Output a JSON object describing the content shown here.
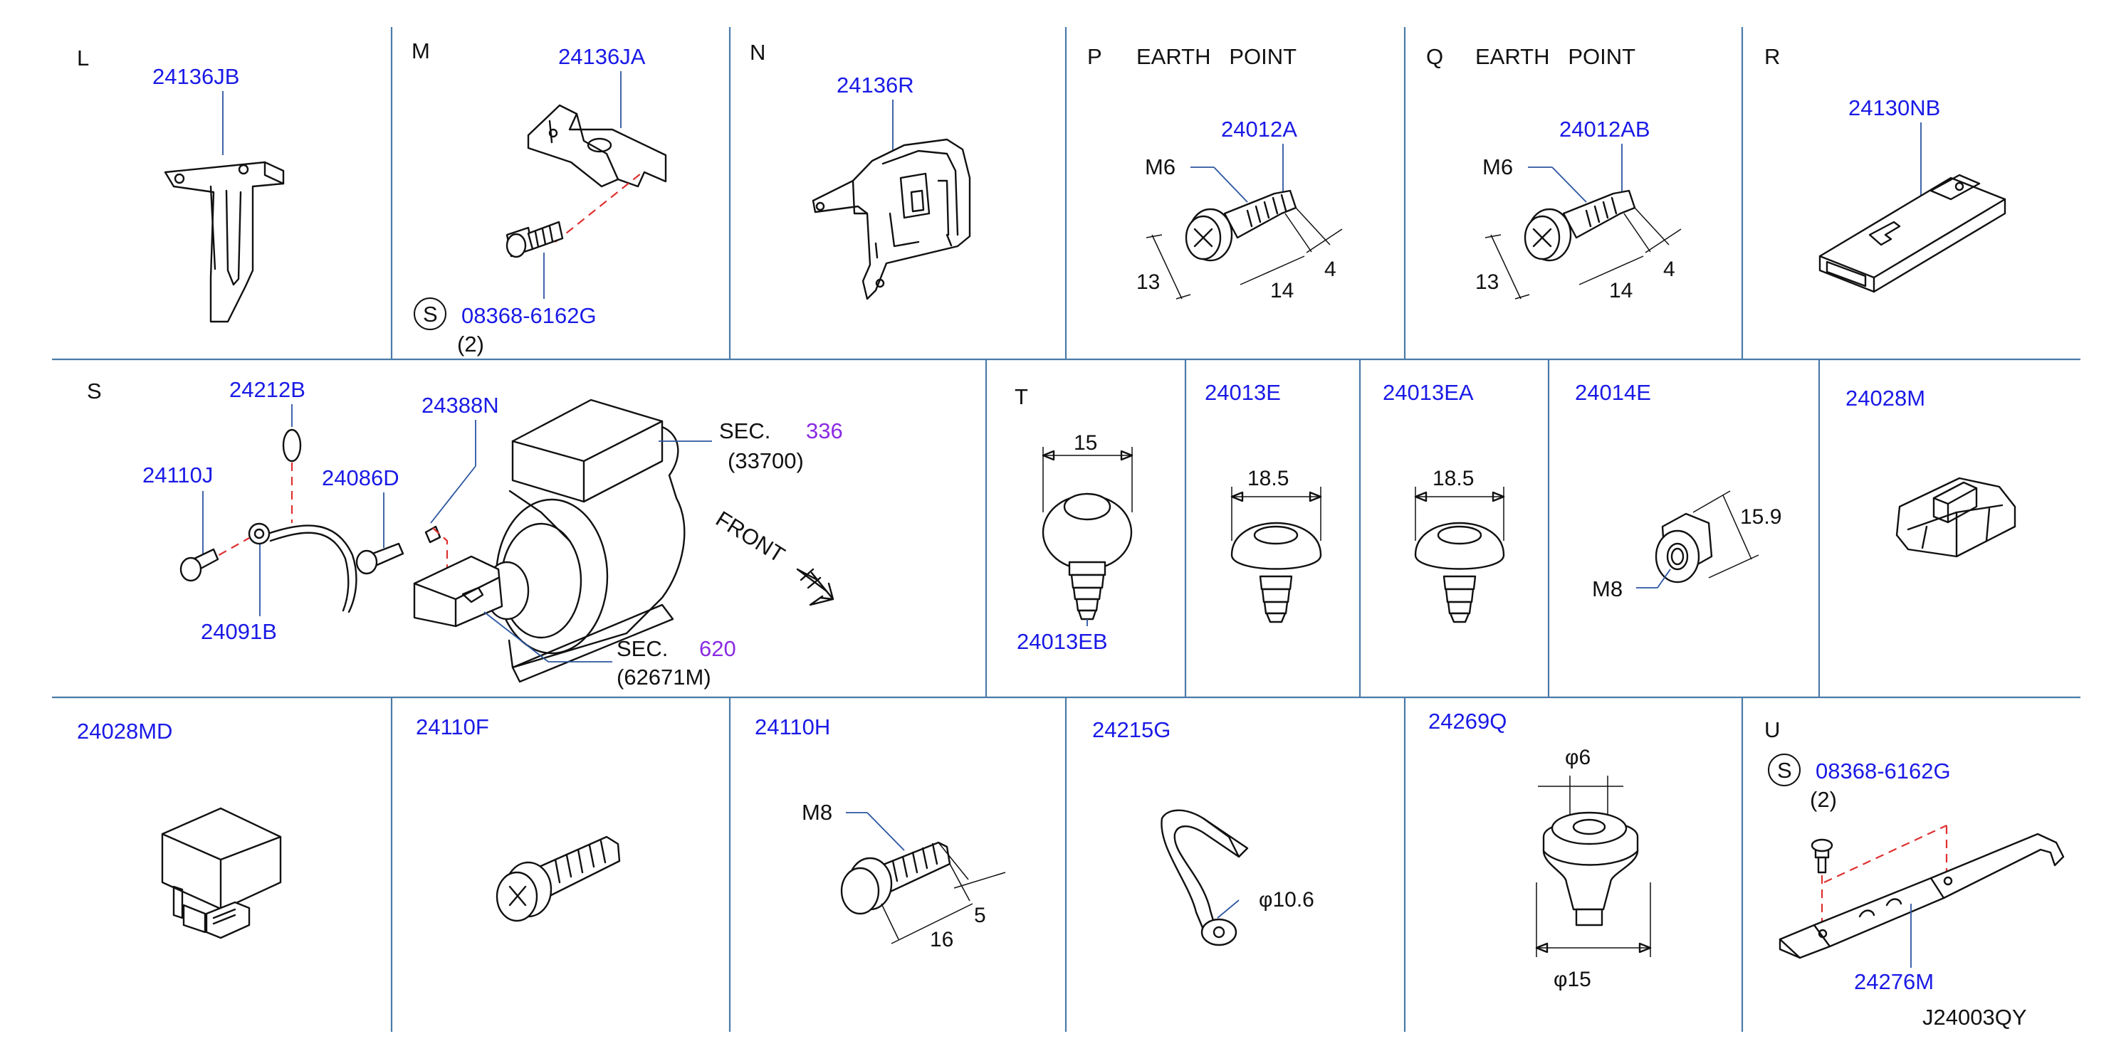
{
  "colors": {
    "part_number": "#1a1ae6",
    "section_number": "#8a2be2",
    "grid": "#4a7aa8",
    "leader": "#2b55a0",
    "alignment": "#e03030"
  },
  "cells": {
    "L": {
      "letter": "L",
      "part": "24136JB"
    },
    "M": {
      "letter": "M",
      "part": "24136JA",
      "screw_marker": "S",
      "screw_part": "08368-6162G",
      "qty": "(2)"
    },
    "N": {
      "letter": "N",
      "part": "24136R"
    },
    "P": {
      "letter": "P",
      "title": "EARTH   POINT",
      "part": "24012A",
      "thread": "M6",
      "dim_head": "13",
      "dim_length": "14",
      "dim_tip": "4"
    },
    "Q": {
      "letter": "Q",
      "title": "EARTH   POINT",
      "part": "24012AB",
      "thread": "M6",
      "dim_head": "13",
      "dim_length": "14",
      "dim_tip": "4"
    },
    "R": {
      "letter": "R",
      "part": "24130NB"
    },
    "S": {
      "letter": "S",
      "parts": {
        "clamp": "24212B",
        "connector": "24388N",
        "bolt_left": "24110J",
        "bolt_right": "24086D",
        "ring": "24091B"
      },
      "sec_336_label": "SEC.",
      "sec_336_number": "336",
      "sec_336_code": "(33700)",
      "sec_620_label": "SEC.",
      "sec_620_number": "620",
      "sec_620_code": "(62671M)",
      "front": "FRONT"
    },
    "T": {
      "letter": "T",
      "part": "24013EB",
      "dim": "15"
    },
    "E1": {
      "part": "24013E",
      "dim": "18.5"
    },
    "E2": {
      "part": "24013EA",
      "dim": "18.5"
    },
    "E3": {
      "part": "24014E",
      "dim": "15.9",
      "thread": "M8"
    },
    "E4": {
      "part": "24028M"
    },
    "B1": {
      "part": "24028MD"
    },
    "B2": {
      "part": "24110F"
    },
    "B3": {
      "part": "24110H",
      "thread": "M8",
      "dim_length": "16",
      "dim_tip": "5"
    },
    "B4": {
      "part": "24215G",
      "dim": "φ10.6"
    },
    "B5": {
      "part": "24269Q",
      "dim_top": "φ6",
      "dim_bottom": "φ15"
    },
    "U": {
      "letter": "U",
      "screw_marker": "S",
      "screw_part": "08368-6162G",
      "qty": "(2)",
      "part": "24276M"
    }
  },
  "diagram_code": "J24003QY"
}
